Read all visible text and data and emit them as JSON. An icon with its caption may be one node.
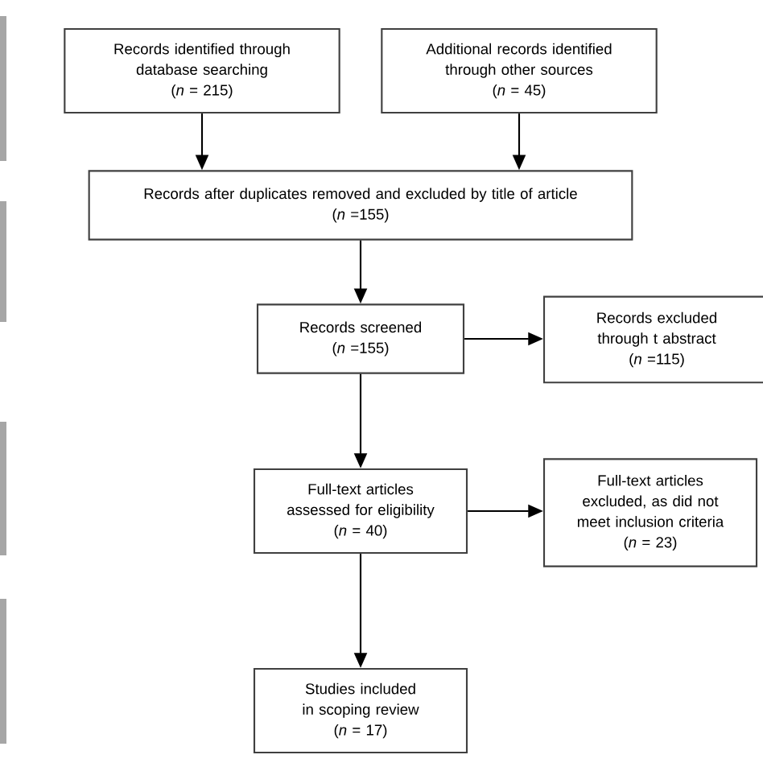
{
  "diagram": {
    "nodes": [
      {
        "text": [
          "Records identified through database searching",
          "(*n* = 215)"
        ]
      },
      {
        "text": [
          "Additional records identified through other sources",
          "(*n* = 45)"
        ]
      },
      {
        "text": [
          "Records after duplicates removed and excluded by title of article",
          "(*n* =155)"
        ]
      },
      {
        "text": [
          "Records screened",
          "(*n* =155)"
        ]
      },
      {
        "text": [
          "Records excluded through t abstract",
          "(*n* =115)"
        ]
      },
      {
        "text": [
          "Full-text articles assessed for eligibility",
          "(*n* = 40)"
        ]
      },
      {
        "text": [
          "Full-text articles excluded, as did not meet inclusion criteria",
          "(*n* = 23)"
        ]
      },
      {
        "text": [
          "Studies included in scoping review",
          "(*n* = 17)"
        ]
      }
    ],
    "edges": [
      {
        "from": 0,
        "to": 2,
        "arrow": "to"
      },
      {
        "from": 1,
        "to": 2,
        "arrow": "to"
      },
      {
        "from": 2,
        "to": 3,
        "arrow": "to"
      },
      {
        "from": 3,
        "to": 4,
        "arrow": "to"
      },
      {
        "from": 3,
        "to": 5,
        "arrow": "to"
      },
      {
        "from": 5,
        "to": 6,
        "arrow": "to"
      },
      {
        "from": 5,
        "to": 7,
        "arrow": "to"
      }
    ]
  }
}
